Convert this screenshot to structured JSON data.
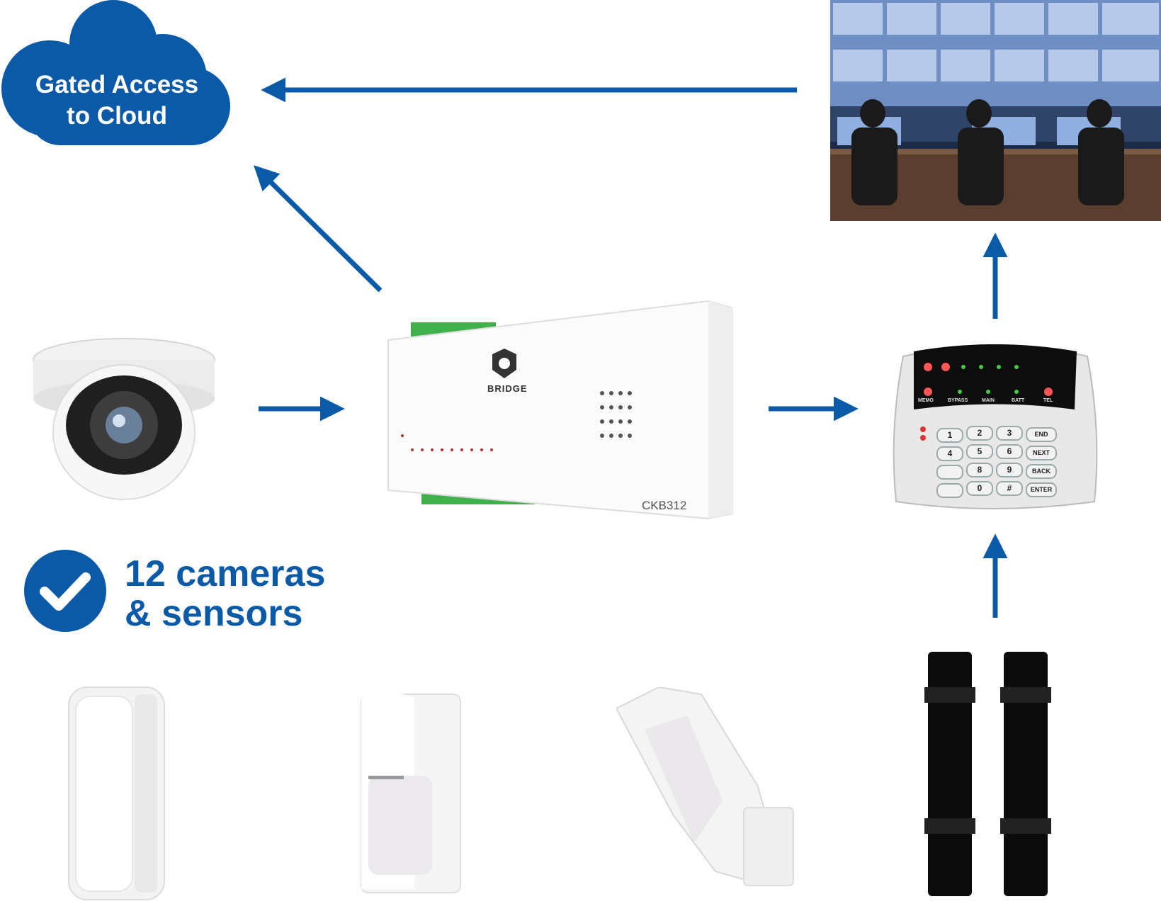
{
  "cloud": {
    "title": "Gated Access to Cloud",
    "color": "#0a5aa8"
  },
  "summary": {
    "label": "12 cameras & sensors",
    "color": "#0a5aa8"
  },
  "bridge": {
    "brand": "BRIDGE",
    "model": "CKB312"
  },
  "keypad": {
    "keys": [
      "1",
      "2",
      "3",
      "END",
      "4",
      "5",
      "6",
      "NEXT",
      "",
      "8",
      "9",
      "BACK",
      "",
      "0",
      "#",
      "ENTER"
    ],
    "led_labels": [
      "MEMO",
      "BYPASS",
      "MAIN",
      "BATT",
      "TEL"
    ]
  },
  "colors": {
    "arrow": "#0a5aa8"
  },
  "icons": [
    "cloud-icon",
    "check-circle-icon",
    "dome-camera-icon",
    "control-room-photo",
    "bridge-controller-icon",
    "alarm-keypad-icon",
    "motion-sensor-icon",
    "beam-sensor-icon"
  ]
}
